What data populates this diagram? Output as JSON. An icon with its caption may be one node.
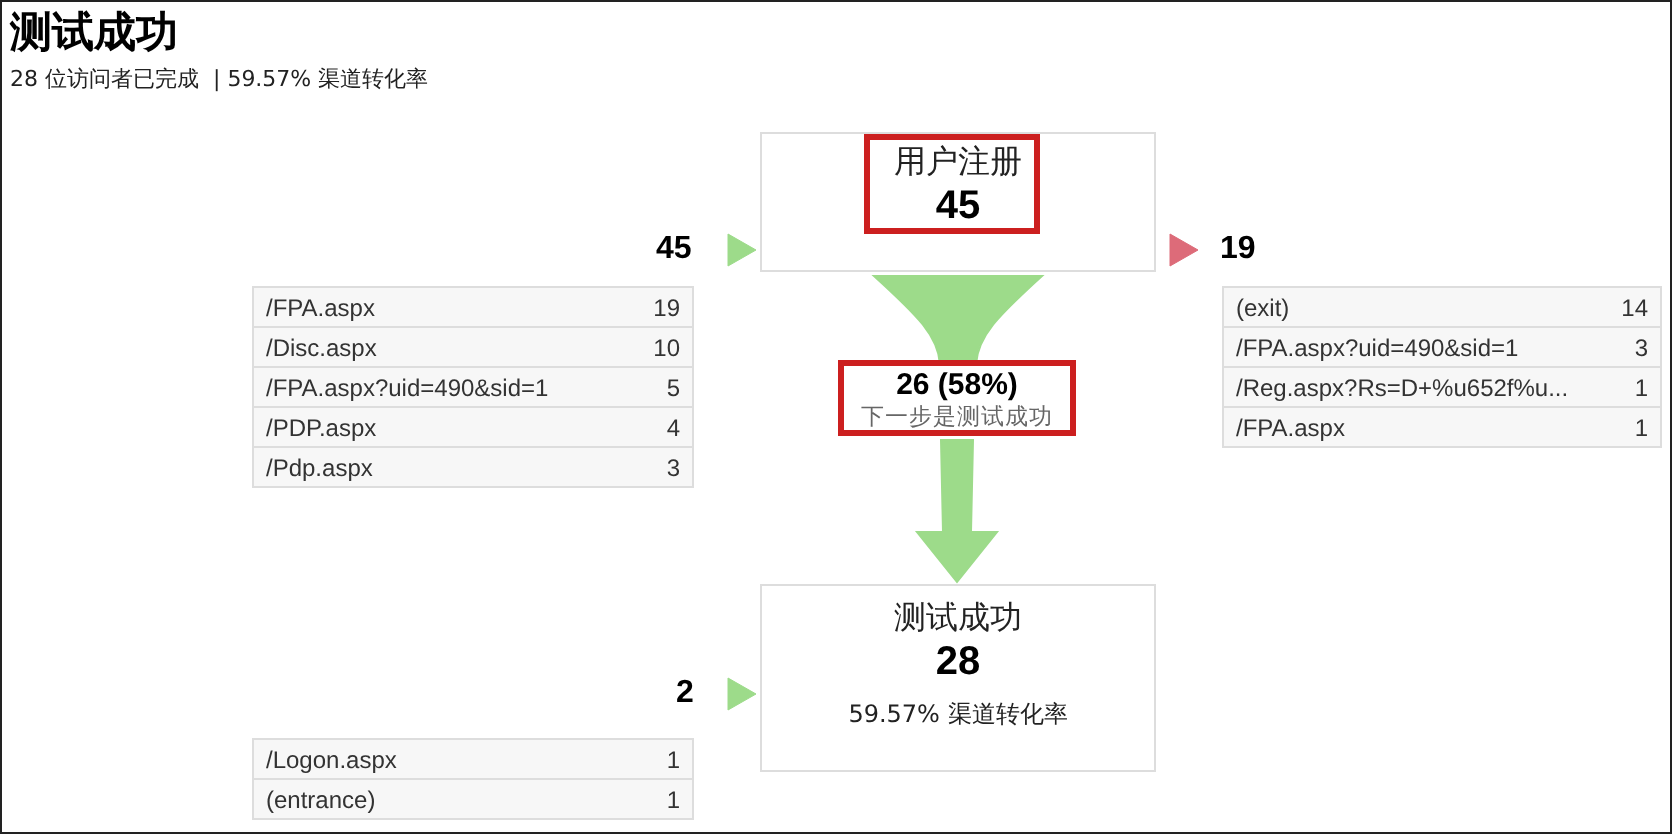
{
  "diagram": {
    "title": "测试成功",
    "nodes": [
      {
        "text": [
          "用户注册",
          "45"
        ]
      },
      {
        "text": [
          "测试成功",
          "28",
          "59.57% 渠道转化率"
        ]
      },
      {
        "text": [
          "26 (58%)",
          "下一步是测试成功"
        ]
      }
    ],
    "edges": [
      {
        "from": null,
        "to": 0,
        "arrow": "to",
        "label": "45"
      },
      {
        "from": 0,
        "to": null,
        "arrow": "to",
        "label": "19",
        "color": "#dd6b79"
      },
      {
        "from": 0,
        "to": 2,
        "arrow": "none",
        "style": "thick"
      },
      {
        "from": 2,
        "to": 1,
        "arrow": "to",
        "style": "thick"
      },
      {
        "from": null,
        "to": 1,
        "arrow": "to",
        "label": "2"
      }
    ],
    "labels": [
      "28 位访问者已完成  | 59.57% 渠道转化率",
      "/FPA.aspx",
      "19",
      "/Disc.aspx",
      "10",
      "/FPA.aspx?uid=490&sid=1",
      "5",
      "/PDP.aspx",
      "4",
      "/Pdp.aspx",
      "3",
      "(exit)",
      "14",
      "/FPA.aspx?uid=490&sid=1",
      "3",
      "/Reg.aspx?Rs=D+%u652f%u...",
      "1",
      "/FPA.aspx",
      "1",
      "/Logon.aspx",
      "1",
      "(entrance)",
      "1"
    ]
  }
}
